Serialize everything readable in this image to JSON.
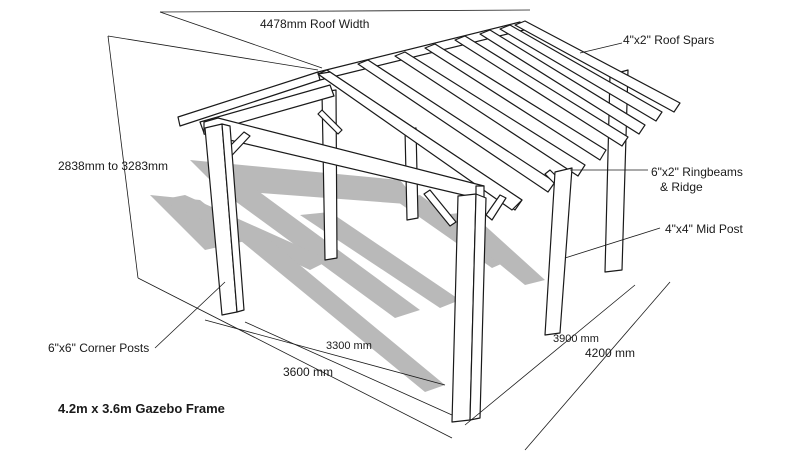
{
  "title": "4.2m x 3.6m Gazebo Frame",
  "labels": {
    "roof_width": "4478mm Roof Width",
    "roof_spars": "4\"x2\" Roof Spars",
    "height": "2838mm to 3283mm",
    "ringbeams": "6\"x2\" Ringbeams\n& Ridge",
    "mid_post": "4\"x4\" Mid Post",
    "corner_posts": "6\"x6\" Corner Posts",
    "inner_width": "3300 mm",
    "outer_width": "3600 mm",
    "inner_length": "3900 mm",
    "outer_length": "4200 mm"
  },
  "colors": {
    "line": "#1a1a1a",
    "timber": "#ffffff",
    "shadow": "#b9b9b9"
  }
}
